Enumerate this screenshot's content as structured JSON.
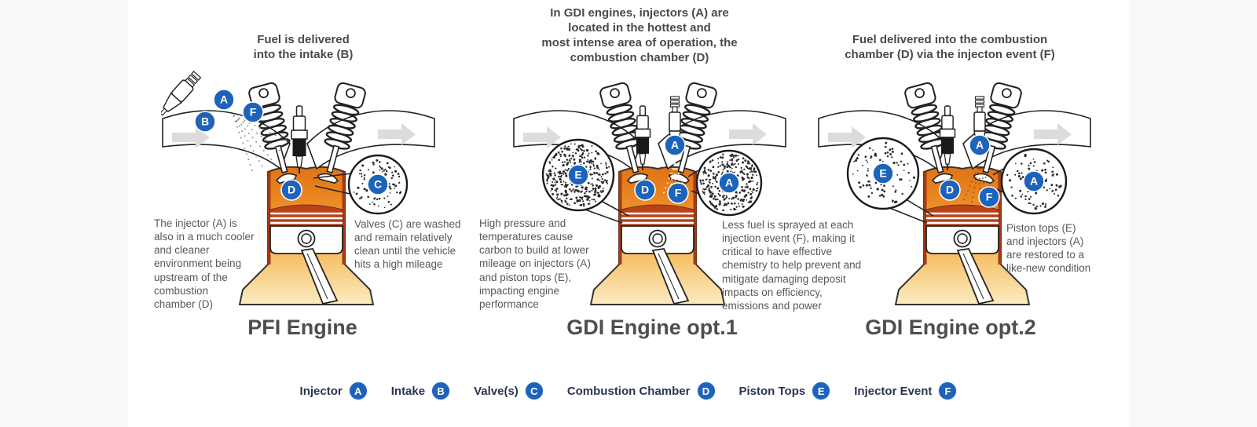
{
  "panels": [
    {
      "caption": "Fuel is delivered\ninto the intake (B)",
      "title": "PFI Engine",
      "left_text": "The injector (A) is\nalso in a much cooler\nand cleaner\nenvironment being\nupstream of the\ncombustion\nchamber (D)",
      "right_text": "Valves (C) are washed\nand remain relatively\nclean until the vehicle\nhits a high mileage",
      "badges": {
        "injector": "A",
        "intake": "B",
        "spray": "F",
        "chamber": "D",
        "valve_magnifier": "C"
      }
    },
    {
      "caption": "In GDI engines, injectors (A) are\nlocated in the hottest and\nmost intense area of operation, the\ncombustion chamber (D)",
      "title": "GDI Engine opt.1",
      "left_text": "High pressure and\ntemperatures cause\ncarbon to build at lower\nmileage on injectors (A)\nand piston tops (E),\nimpacting engine\nperformance",
      "right_text": "Less fuel is sprayed at each\ninjection event (F), making it\ncritical to have effective\nchemistry to help prevent and\nmitigate damaging deposit\nimpacts on efficiency,\nemissions and power",
      "badges": {
        "injector": "A",
        "piston_magnifier": "E",
        "injector_magnifier": "A",
        "chamber": "D",
        "spray": "F"
      }
    },
    {
      "caption": "Fuel delivered into the combustion\nchamber (D) via the injecton event (F)",
      "title": "GDI Engine opt.2",
      "right_text": "Piston tops (E)\nand injectors (A)\nare restored to a\nlike-new condition",
      "badges": {
        "injector": "A",
        "piston_magnifier": "E",
        "injector_magnifier": "A",
        "chamber": "D",
        "spray": "F"
      }
    }
  ],
  "legend": {
    "items": [
      {
        "label": "Injector",
        "letter": "A"
      },
      {
        "label": "Intake",
        "letter": "B"
      },
      {
        "label": "Valve(s)",
        "letter": "C"
      },
      {
        "label": "Combustion Chamber",
        "letter": "D"
      },
      {
        "label": "Piston Tops",
        "letter": "E"
      },
      {
        "label": "Injector Event",
        "letter": "F"
      }
    ]
  },
  "colors": {
    "badge_blue": "#1d63bb",
    "legend_text": "#2a3550",
    "chamber_orange_top": "#e07416",
    "chamber_orange_mid": "#f09a33",
    "block_yellow_bottom": "#fbecc3",
    "piston_red": "#b8431a",
    "arrow_gray": "#dcdcdc"
  }
}
